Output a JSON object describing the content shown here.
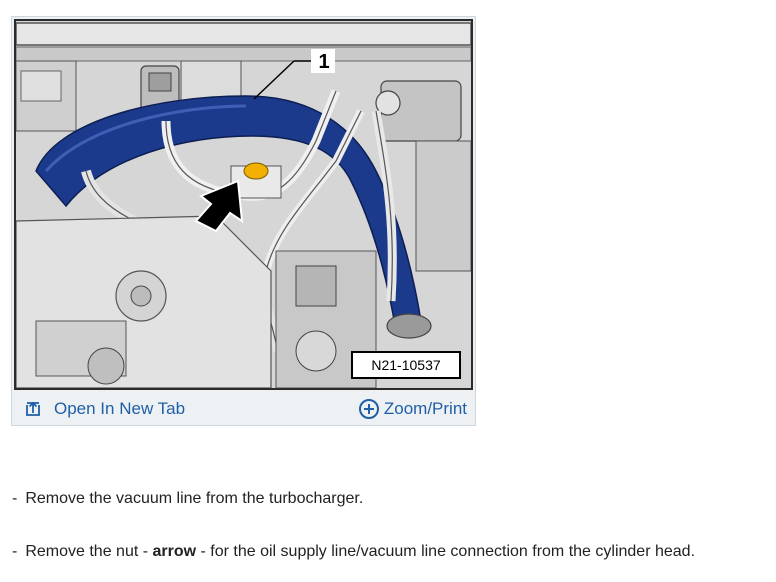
{
  "figure": {
    "callout_number": "1",
    "reference_code": "N21-10537",
    "open_tab_label": "Open In New Tab",
    "zoom_print_label": "Zoom/Print",
    "colors": {
      "accent_link": "#1f5fa8",
      "hose_blue": "#1b3a8c",
      "cap_yellow": "#f2b100"
    }
  },
  "steps": [
    {
      "bullet": "-",
      "text": "Remove the vacuum line from the turbocharger."
    },
    {
      "bullet": "-",
      "text_before": "Remove the nut - ",
      "bold": "arrow",
      "text_after": " - for the oil supply line/vacuum line connection from the cylinder head."
    }
  ]
}
